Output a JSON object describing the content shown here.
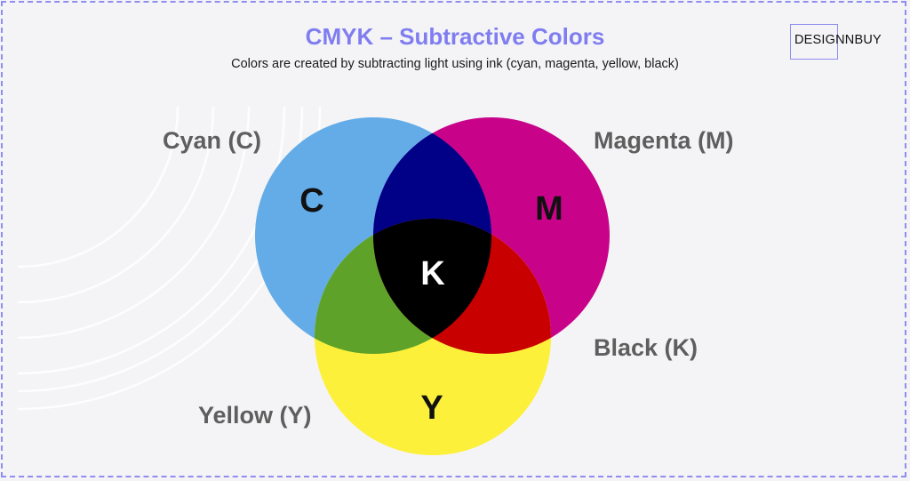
{
  "header": {
    "title": "CMYK – Subtractive Colors",
    "subtitle": "Colors are created by subtracting light using ink (cyan, magenta, yellow, black)"
  },
  "brand": {
    "logo_text": "DESIGNNBUY"
  },
  "labels": {
    "cyan": "Cyan (C)",
    "magenta": "Magenta (M)",
    "yellow": "Yellow (Y)",
    "black": "Black (K)"
  },
  "letters": {
    "c": "C",
    "m": "M",
    "y": "Y",
    "k": "K"
  },
  "colors": {
    "accent": "#7f7df0",
    "cyan": "#63ace8",
    "magenta": "#c8038a",
    "yellow": "#fcf03a",
    "cyan_magenta": "#010187",
    "cyan_yellow": "#5fa22a",
    "magenta_yellow": "#c90000",
    "black": "#000000",
    "label_text": "#5e5e5e"
  }
}
